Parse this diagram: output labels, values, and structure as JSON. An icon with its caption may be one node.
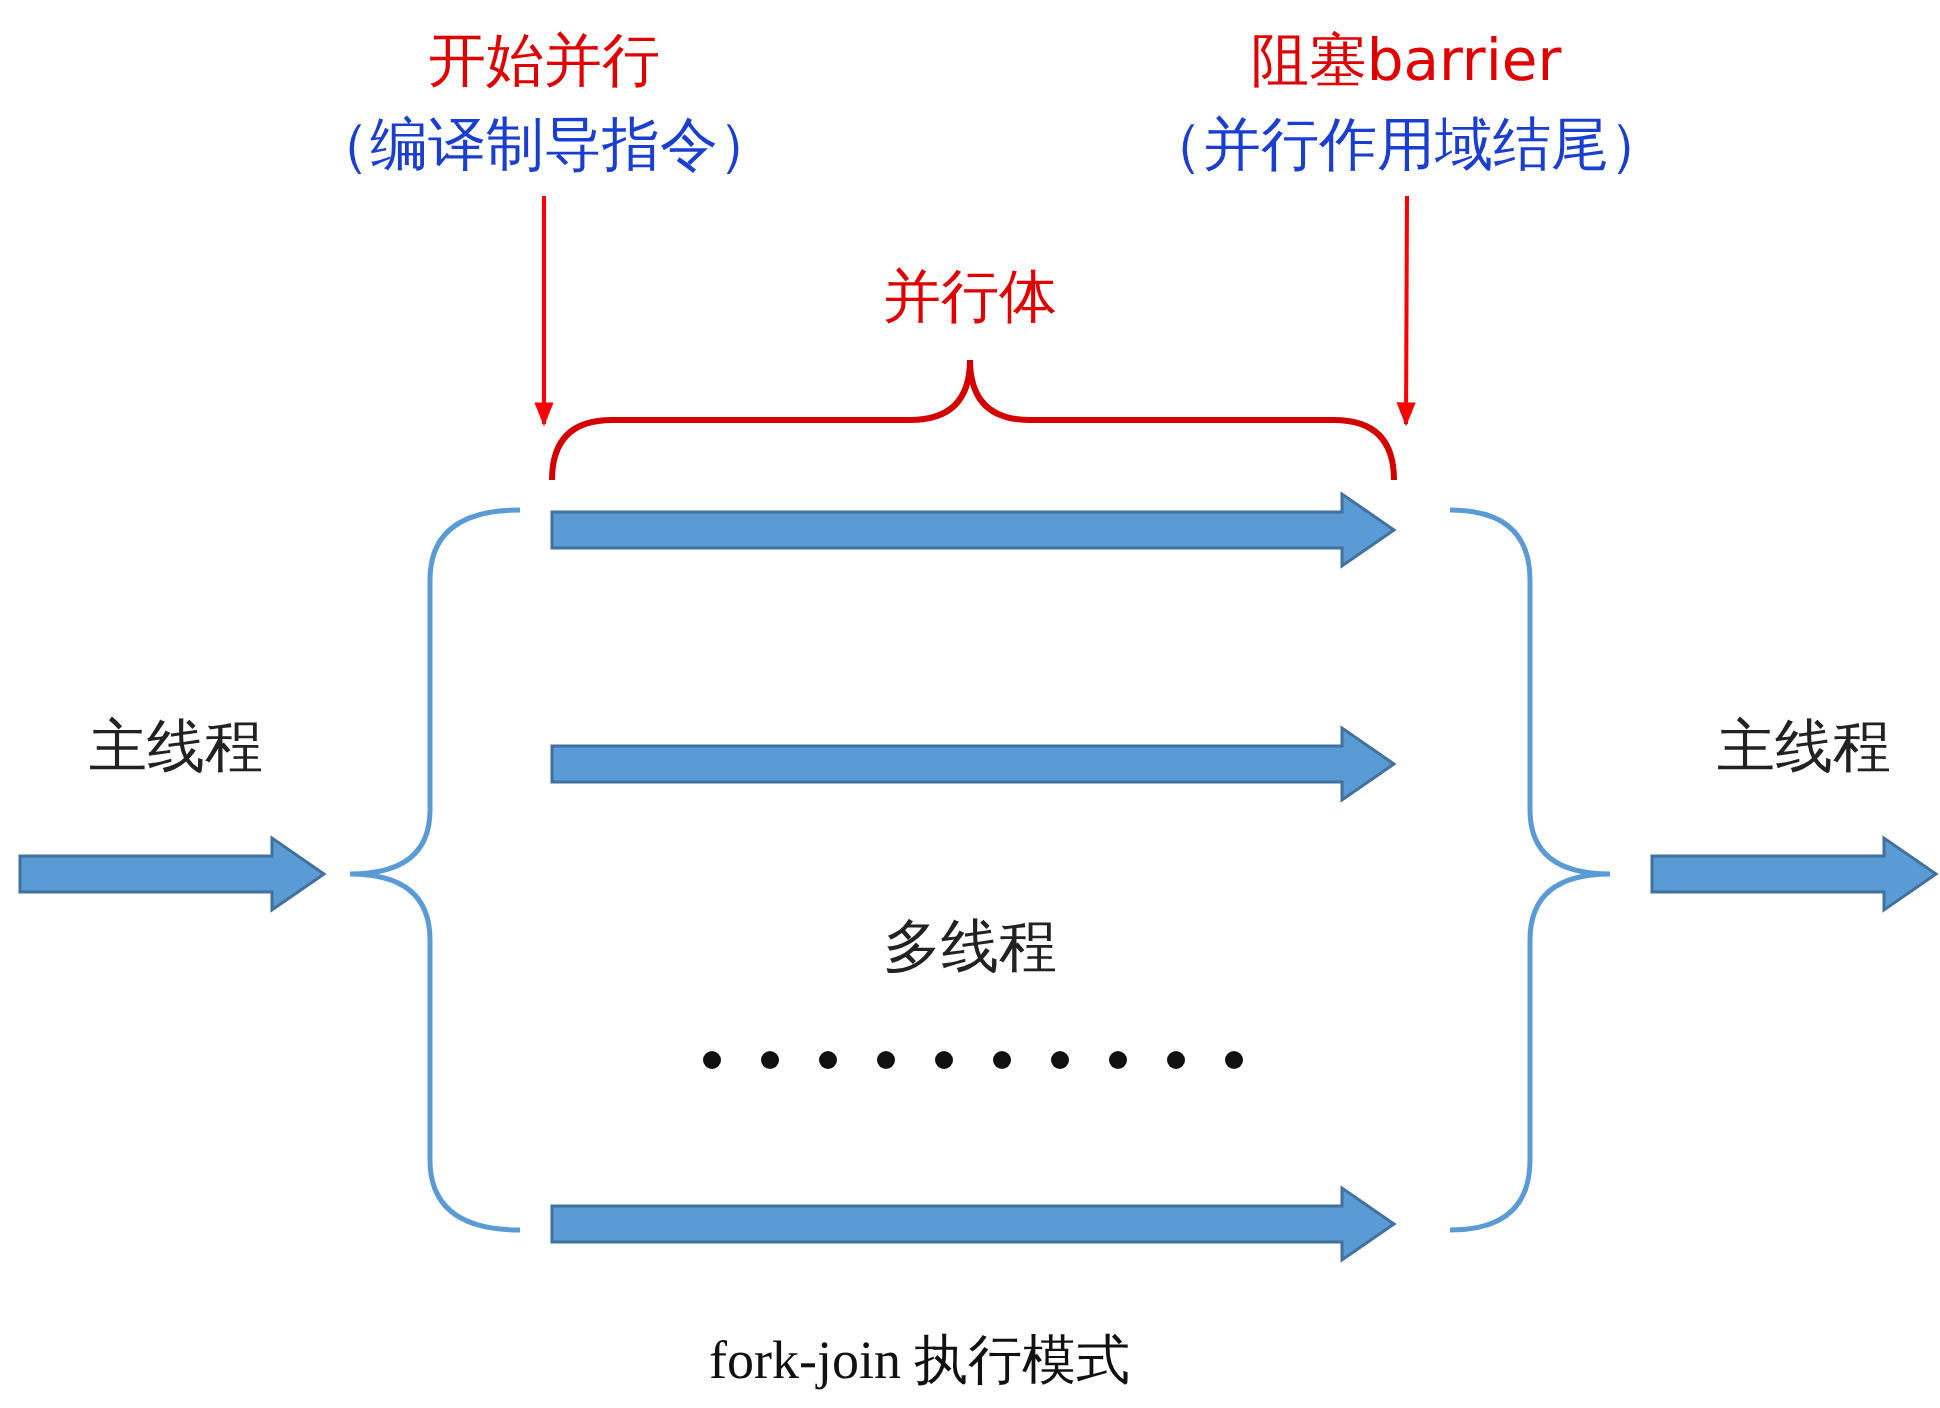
{
  "diagram": {
    "caption": "fork-join 执行模式",
    "nodes": [
      {
        "text": [
          "开始并行",
          "（编译制导指令）"
        ]
      },
      {
        "text": [
          "阻塞barrier",
          "（并行作用域结尾）"
        ]
      },
      {
        "text": [],
        "shape": "brace",
        "beside": [
          "并行体"
        ]
      }
    ],
    "edges": [
      {
        "from": 0,
        "to": 2,
        "arrow": "to"
      },
      {
        "from": 1,
        "to": 2,
        "arrow": "to"
      }
    ],
    "labels": [
      "主线程",
      "主线程",
      "多线程"
    ]
  }
}
